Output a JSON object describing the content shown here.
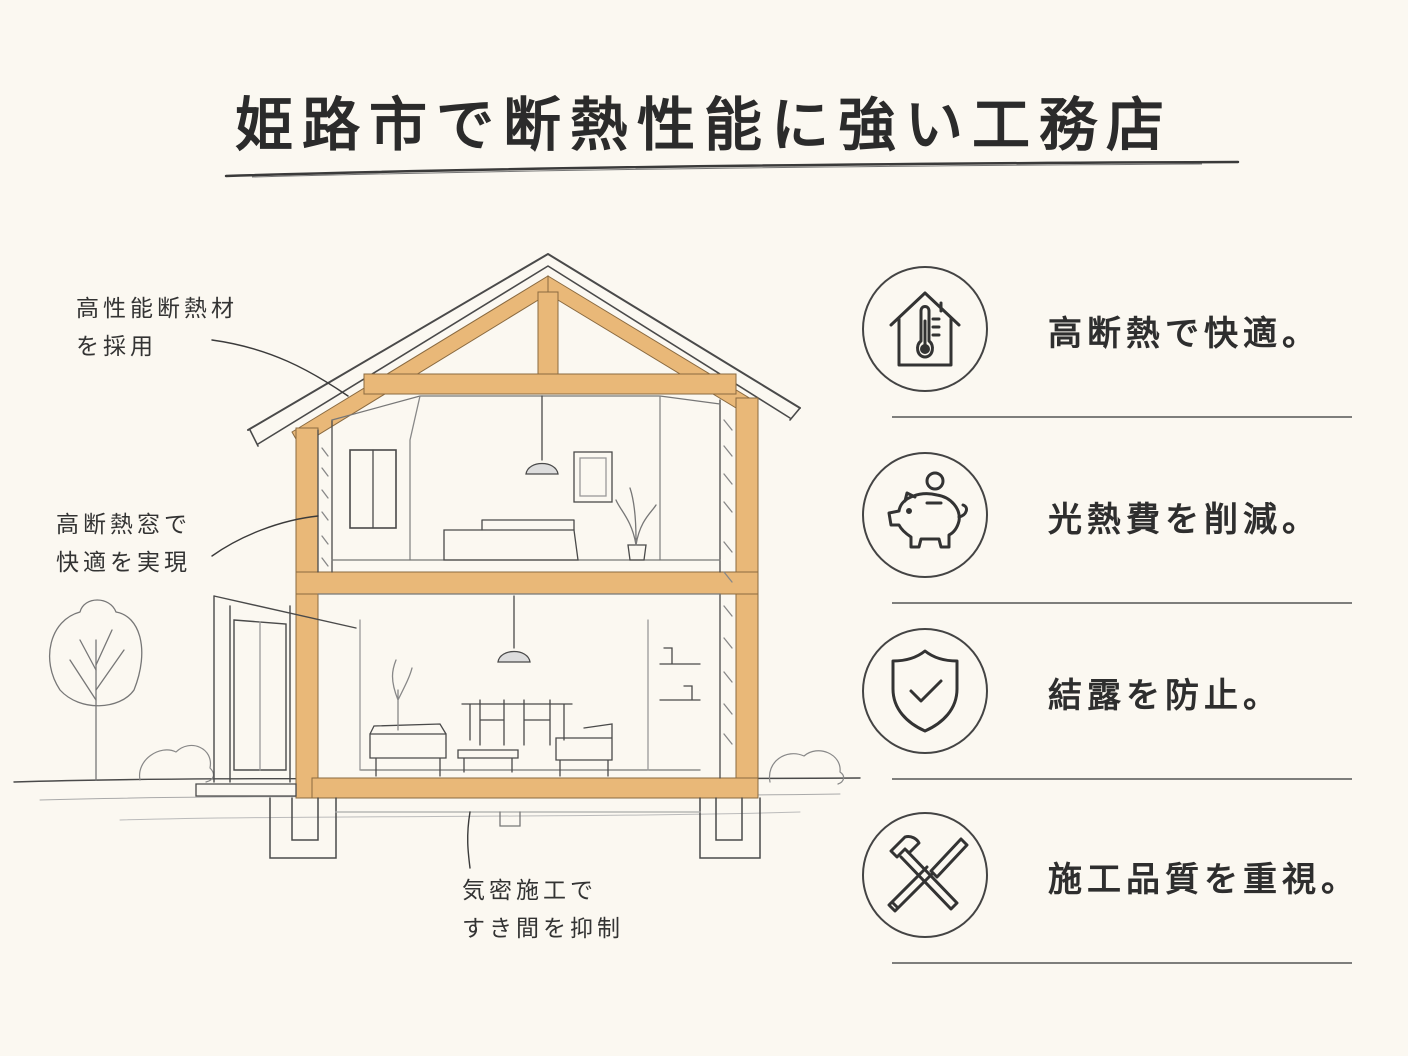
{
  "title": "姫路市で断熱性能に強い工務店",
  "callouts": {
    "insulation": [
      "高性能断熱材",
      "を採用"
    ],
    "window": [
      "高断熱窓で",
      "快適を実現"
    ],
    "airtight": [
      "気密施工で",
      "すき間を抑制"
    ]
  },
  "features": [
    {
      "icon": "house-thermometer-icon",
      "label": "高断熱で快適。"
    },
    {
      "icon": "piggy-bank-icon",
      "label": "光熱費を削減。"
    },
    {
      "icon": "shield-check-icon",
      "label": "結露を防止。"
    },
    {
      "icon": "hammer-chisel-icon",
      "label": "施工品質を重視。"
    }
  ],
  "colors": {
    "background": "#fbf8f1",
    "ink": "#2f2f2f",
    "timber": "#e9b878"
  }
}
